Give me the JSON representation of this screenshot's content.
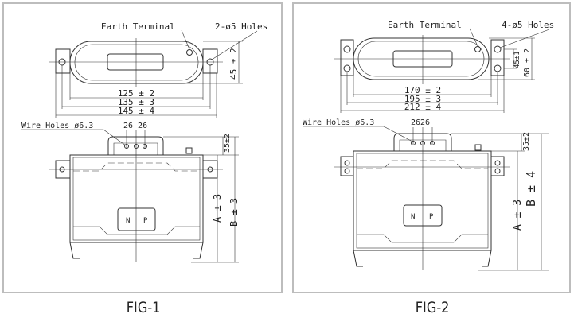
{
  "figures": [
    {
      "caption": "FIG-1",
      "earth_terminal": "Earth Terminal",
      "holes": "2-ø5 Holes",
      "height_dim": "45 ± 2",
      "width_dims": [
        "125 ± 2",
        "135 ± 3",
        "145 ± 4"
      ],
      "wire_holes": "Wire Holes ø6.3",
      "pitch": "26 26",
      "top_dim": "35±2",
      "a_dim": "A ± 3",
      "b_dim": "B ± 3",
      "np_n": "N",
      "np_p": "P"
    },
    {
      "caption": "FIG-2",
      "earth_terminal": "Earth Terminal",
      "holes": "4-ø5 Holes",
      "hole_pitch_dim": "45±1",
      "height_dim": "60 ± 2",
      "width_dims": [
        "170 ± 2",
        "195 ± 3",
        "212 ± 4"
      ],
      "wire_holes": "Wire Holes ø6.3",
      "pitch": "2626",
      "top_dim": "35±2",
      "a_dim": "A ± 3",
      "b_dim": "B ± 4",
      "np_n": "N",
      "np_p": "P"
    }
  ]
}
